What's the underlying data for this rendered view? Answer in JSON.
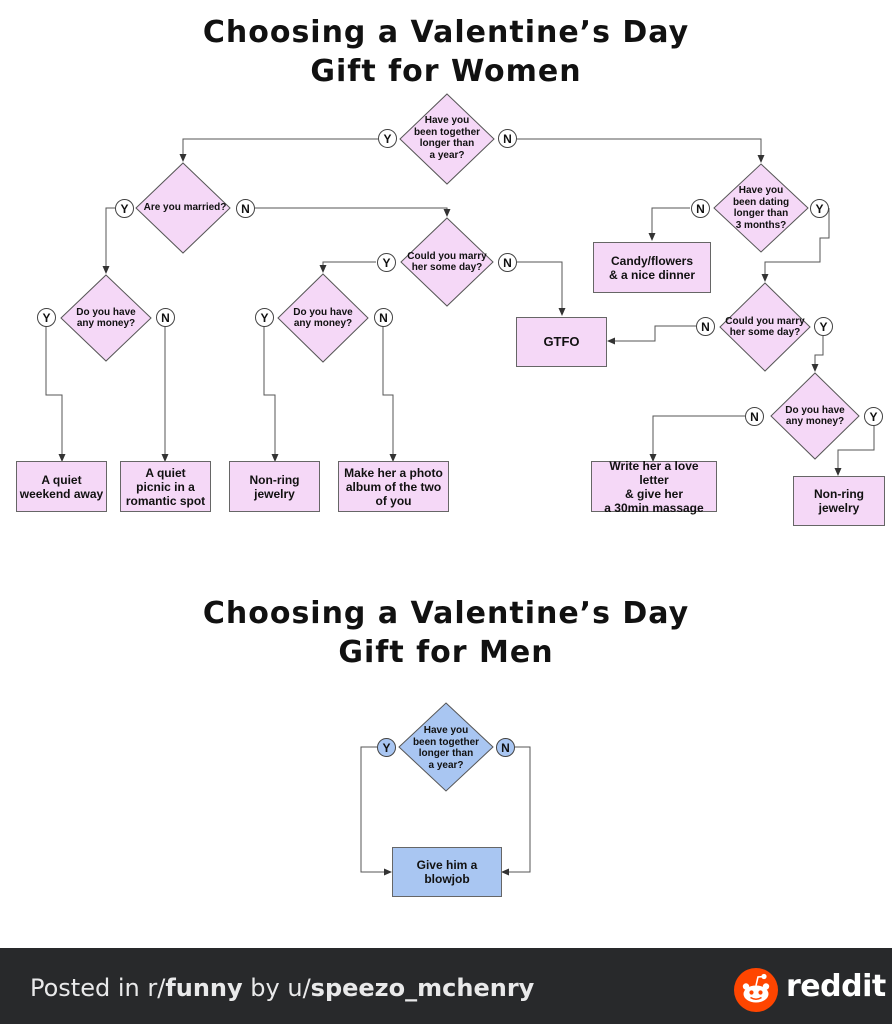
{
  "women": {
    "title_line1": "Choosing a Valentine’s Day",
    "title_line2": "Gift for Women",
    "decisions": {
      "together_year": "Have you\nbeen together\nlonger than\na year?",
      "married": "Are you married?",
      "dating_3_months": "Have you\nbeen dating\nlonger than\n3 months?",
      "marry_some_day_1": "Could you marry\nher some day?",
      "money_married": "Do you have\nany money?",
      "money_unmarried": "Do you have\nany money?",
      "marry_some_day_2": "Could you marry\nher some day?",
      "money_dating": "Do you have\nany money?"
    },
    "outcomes": {
      "candy_flowers": "Candy/flowers\n& a nice dinner",
      "gtfo": "GTFO",
      "quiet_weekend": "A quiet\nweekend away",
      "quiet_picnic": "A quiet\npicnic in a\nromantic spot",
      "non_ring_jewelry_1": "Non-ring\njewelry",
      "photo_album": "Make her a photo\nalbum of the two\nof you",
      "love_letter": "Write her a love letter\n& give her\na 30min massage",
      "non_ring_jewelry_2": "Non-ring\njewelry"
    },
    "yes": "Y",
    "no": "N"
  },
  "men": {
    "title_line1": "Choosing a Valentine’s Day",
    "title_line2": "Gift for Men",
    "decision": "Have you\nbeen together\nlonger than\na year?",
    "outcome": "Give him a\nblowjob",
    "yes": "Y",
    "no": "N"
  },
  "footer": {
    "posted_in": "Posted in r/",
    "subreddit": "funny",
    "by": " by u/",
    "username": "speezo_mchenry",
    "brand": "reddit",
    "logo_icon": "reddit-alien-icon"
  },
  "colors": {
    "women_fill": "#f5d8f7",
    "men_fill": "#a9c6f2",
    "footer_bg": "#28292b",
    "reddit_orange": "#ff4500"
  }
}
